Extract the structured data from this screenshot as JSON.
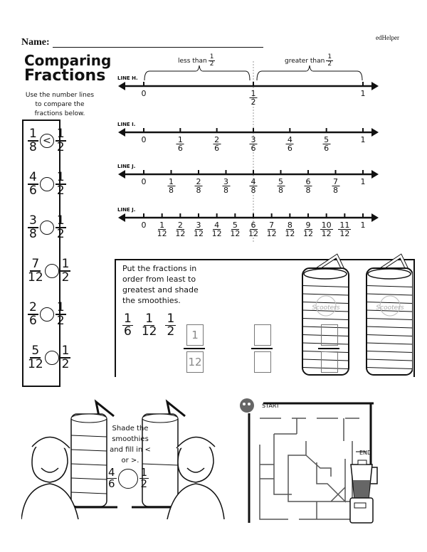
{
  "header": {
    "name_label": "Name:",
    "brand": "edHelper"
  },
  "title": {
    "line1": "Comparing",
    "line2": "Fractions",
    "instructions": "Use the number lines to compare the fractions below."
  },
  "comparisons": [
    {
      "left": {
        "n": "1",
        "d": "8"
      },
      "answer": "<",
      "right": {
        "n": "1",
        "d": "2"
      }
    },
    {
      "left": {
        "n": "4",
        "d": "6"
      },
      "answer": "",
      "right": {
        "n": "1",
        "d": "2"
      }
    },
    {
      "left": {
        "n": "3",
        "d": "8"
      },
      "answer": "",
      "right": {
        "n": "1",
        "d": "2"
      }
    },
    {
      "left": {
        "n": "7",
        "d": "12"
      },
      "answer": "",
      "right": {
        "n": "1",
        "d": "2"
      }
    },
    {
      "left": {
        "n": "2",
        "d": "6"
      },
      "answer": "",
      "right": {
        "n": "1",
        "d": "2"
      }
    },
    {
      "left": {
        "n": "5",
        "d": "12"
      },
      "answer": "",
      "right": {
        "n": "1",
        "d": "2"
      }
    }
  ],
  "brace_labels": {
    "less": "less than",
    "greater": "greater than",
    "half": {
      "n": "1",
      "d": "2"
    }
  },
  "number_lines": [
    {
      "label": "LINE H.",
      "denominator": 2,
      "start": "0",
      "end": "1"
    },
    {
      "label": "LINE I.",
      "denominator": 6,
      "start": "0",
      "end": "1"
    },
    {
      "label": "LINE J.",
      "denominator": 8,
      "start": "0",
      "end": "1"
    },
    {
      "label": "LINE J.",
      "denominator": 12,
      "start": "0",
      "end": "1"
    }
  ],
  "order_task": {
    "instructions": "Put the fractions in order from least to greatest and shade the smoothies.",
    "fractions": [
      {
        "n": "1",
        "d": "6"
      },
      {
        "n": "1",
        "d": "12"
      },
      {
        "n": "1",
        "d": "2"
      }
    ],
    "answers": [
      {
        "n": "1",
        "d": "12"
      },
      {
        "n": "",
        "d": ""
      },
      {
        "n": "",
        "d": ""
      }
    ],
    "cup_logo": "Scooters"
  },
  "shade_task": {
    "instructions": "Shade the smoothies and fill in < or >.",
    "left": {
      "n": "4",
      "d": "6"
    },
    "right": {
      "n": "1",
      "d": "2"
    }
  },
  "maze": {
    "start": "START",
    "end": "END"
  }
}
